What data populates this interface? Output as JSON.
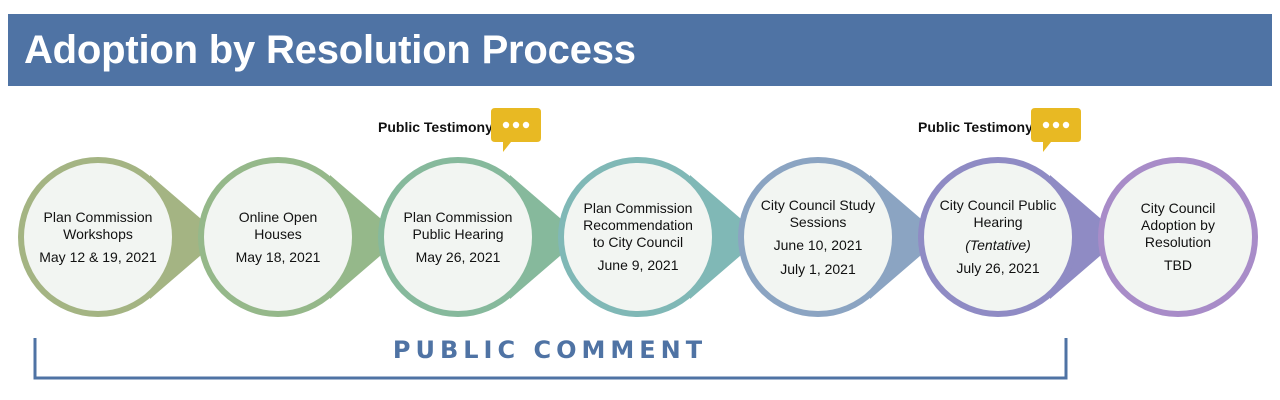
{
  "header": {
    "title": "Adoption by Resolution Process",
    "color": "#4f73a4"
  },
  "steps": [
    {
      "title": "Plan Commission Workshops",
      "date": "May 12 & 19, 2021",
      "color": "#a4b483"
    },
    {
      "title": "Online Open Houses",
      "date": "May 18, 2021",
      "color": "#95b88a"
    },
    {
      "title": "Plan Commission Public Hearing",
      "date": "May 26, 2021",
      "color": "#86b99c"
    },
    {
      "title": "Plan Commission Recommendation to City Council",
      "date": "June 9, 2021",
      "color": "#80b8b6"
    },
    {
      "title": "City Council Study Sessions",
      "date": "June 10, 2021",
      "date2": "July 1, 2021",
      "color": "#8ba4c2"
    },
    {
      "title": "City Council Public Hearing",
      "note": "(Tentative)",
      "date": "July 26, 2021",
      "color": "#8f8bc4"
    },
    {
      "title": "City Council Adoption by Resolution",
      "date": "TBD",
      "color": "#a88cc8"
    }
  ],
  "testimony": [
    {
      "label": "Public Testimony",
      "step": 2,
      "icon": "speech-bubble-icon",
      "color": "#e8b923"
    },
    {
      "label": "Public Testimony",
      "step": 5,
      "icon": "speech-bubble-icon",
      "color": "#e8b923"
    }
  ],
  "public_comment": {
    "label": "PUBLIC COMMENT",
    "color": "#4f73a4"
  }
}
